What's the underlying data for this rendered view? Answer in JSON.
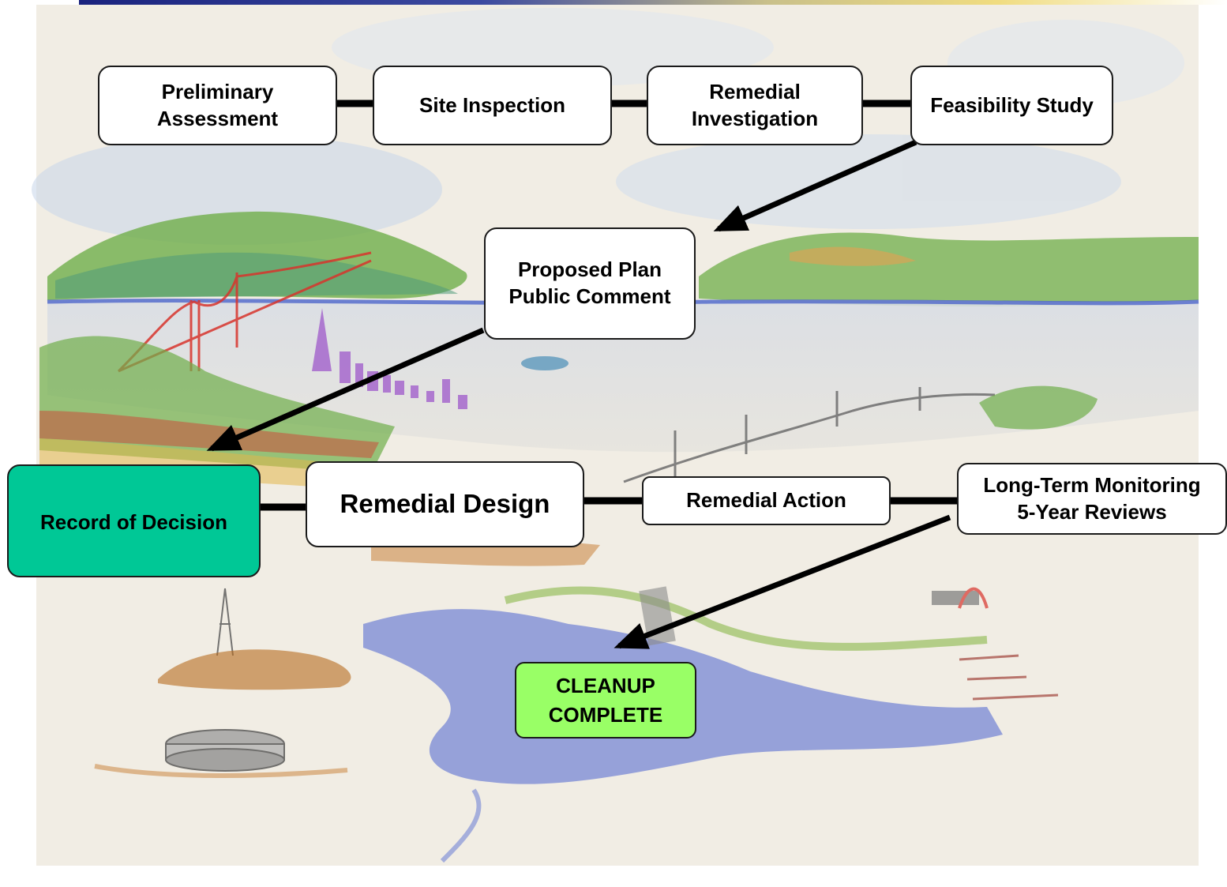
{
  "colors": {
    "paper": "#f1ede4",
    "box_fill": "#ffffff",
    "box_border": "#1a1a1a",
    "connector": "#000000",
    "record_of_decision_fill": "#00c896",
    "cleanup_complete_fill": "#99ff66",
    "top_band": "#1a237e",
    "top_band_accent": "#f0dc80",
    "hills_green": "#6fae4a",
    "water_blue": "#3a55c8",
    "bridge_red": "#d8342c",
    "city_purple": "#9a4fc9",
    "land_ochre": "#c9823a"
  },
  "process": {
    "preliminary_assessment": {
      "line1": "Preliminary",
      "line2": "Assessment"
    },
    "site_inspection": {
      "label": "Site Inspection"
    },
    "remedial_investigation": {
      "line1": "Remedial",
      "line2": "Investigation"
    },
    "feasibility_study": {
      "label": "Feasibility Study"
    },
    "proposed_plan": {
      "line1": "Proposed Plan",
      "line2": "Public Comment"
    },
    "record_of_decision": {
      "label": "Record of Decision"
    },
    "remedial_design": {
      "label": "Remedial Design"
    },
    "remedial_action": {
      "label": "Remedial Action"
    },
    "long_term_monitoring": {
      "line1": "Long-Term Monitoring",
      "line2": "5-Year Reviews"
    },
    "cleanup_complete": {
      "line1": "CLEANUP",
      "line2": "COMPLETE"
    }
  }
}
